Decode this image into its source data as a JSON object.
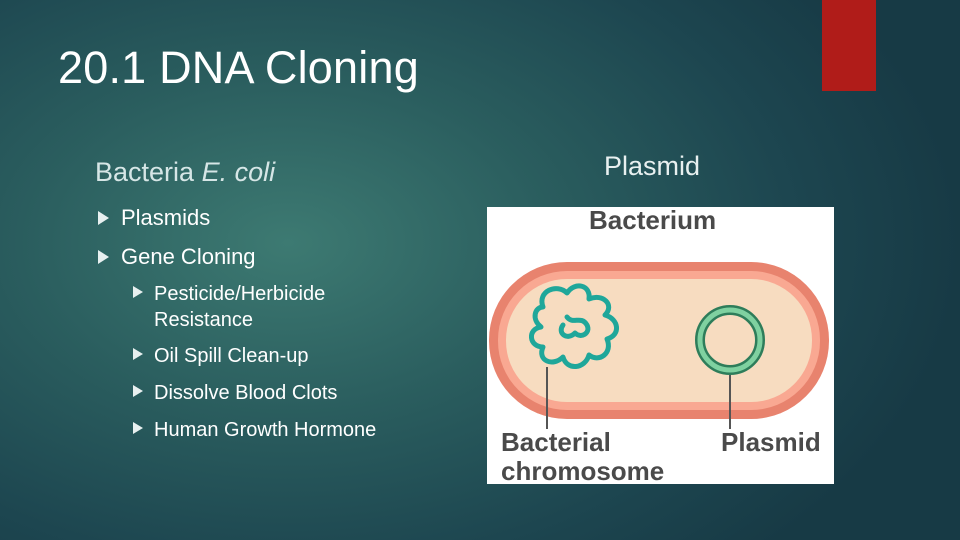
{
  "slide": {
    "title": "20.1 DNA Cloning",
    "subtitle_prefix": "Bacteria ",
    "subtitle_italic": "E. coli",
    "bullets": [
      {
        "text": "Plasmids"
      },
      {
        "text": "Gene Cloning"
      }
    ],
    "sub_bullets": [
      {
        "line1": "Pesticide/Herbicide",
        "line2": "Resistance"
      },
      {
        "line1": "Oil Spill Clean-up"
      },
      {
        "line1": "Dissolve Blood Clots"
      },
      {
        "line1": "Human Growth Hormone"
      }
    ],
    "right_heading": "Plasmid"
  },
  "diagram": {
    "title": "Bacterium",
    "label_chromosome_1": "Bacterial",
    "label_chromosome_2": "chromosome",
    "label_plasmid": "Plasmid"
  },
  "colors": {
    "accent": "#b01c19",
    "dna": "#1fa79a",
    "cell_wall": "#e8836e",
    "cytoplasm": "#f7dcc0"
  }
}
